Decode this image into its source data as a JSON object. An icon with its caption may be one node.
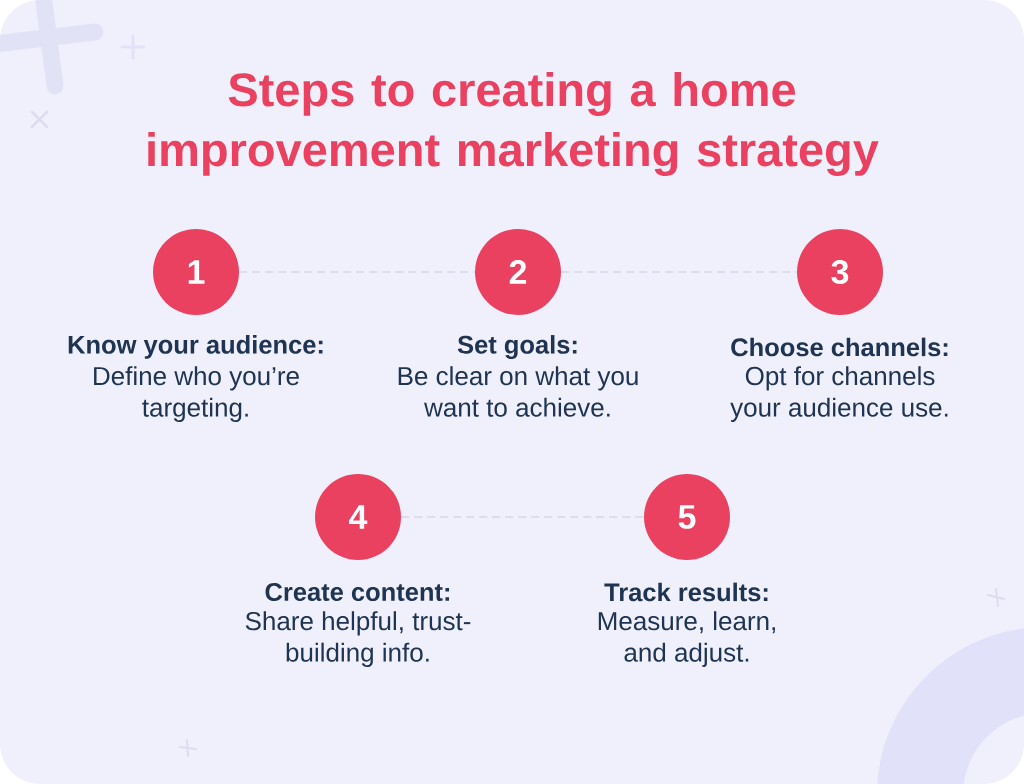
{
  "diagram": {
    "title": "Steps to creating a home improvement marketing strategy",
    "nodes": [
      {
        "text": [
          "1"
        ],
        "beside": [
          "Know your audience:",
          "Define who you’re targeting."
        ]
      },
      {
        "text": [
          "2"
        ],
        "beside": [
          "Set goals:",
          "Be clear on what you want to achieve."
        ]
      },
      {
        "text": [
          "3"
        ],
        "beside": [
          "Choose channels:",
          "Opt for channels your audience use."
        ]
      },
      {
        "text": [
          "4"
        ],
        "beside": [
          "Create content:",
          "Share helpful, trust-building info."
        ]
      },
      {
        "text": [
          "5"
        ],
        "beside": [
          "Track results:",
          "Measure, learn, and adjust."
        ]
      }
    ],
    "edges": [
      {
        "from": 0,
        "to": 1,
        "arrow": "none",
        "style": "dashed"
      },
      {
        "from": 1,
        "to": 2,
        "arrow": "none",
        "style": "dashed"
      },
      {
        "from": 3,
        "to": 4,
        "arrow": "none",
        "style": "dashed"
      }
    ]
  }
}
